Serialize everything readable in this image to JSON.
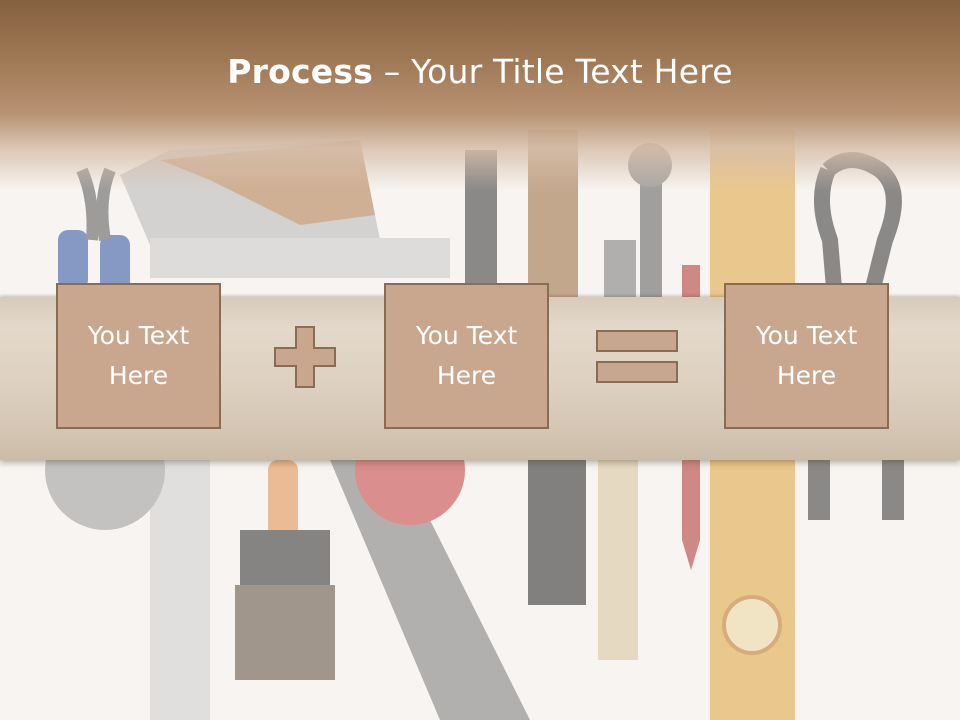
{
  "title": {
    "bold": "Process",
    "rest": " – Your Title Text Here"
  },
  "boxes": [
    {
      "text": "You Text Here"
    },
    {
      "text": "You Text Here"
    },
    {
      "text": "You Text Here"
    }
  ],
  "colors": {
    "box_fill": "#c8a78e",
    "box_border": "#8a6b54",
    "header": "#8f6a48"
  }
}
